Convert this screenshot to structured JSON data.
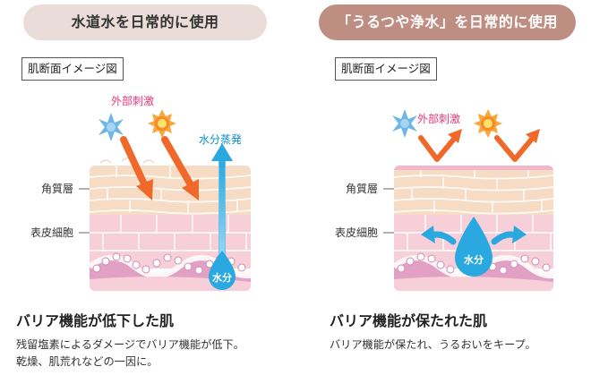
{
  "left": {
    "header": "水道水を日常的に使用",
    "image_label": "肌断面イメージ図",
    "stimulus_label": "外部刺激",
    "evaporation_label": "水分蒸発",
    "stratum_label": "角質層",
    "epidermis_label": "表皮細胞",
    "water_label": "水分",
    "title": "バリア機能が低下した肌",
    "desc_line1": "残留塩素によるダメージでバリア機能が低下。",
    "desc_line2": "乾燥、肌荒れなどの一因に。"
  },
  "right": {
    "header": "「うるつや浄水」を日常的に使用",
    "image_label": "肌断面イメージ図",
    "stimulus_label": "外部刺激",
    "stratum_label": "角質層",
    "epidermis_label": "表皮細胞",
    "water_label": "水分",
    "title": "バリア機能が保たれた肌",
    "desc_line1": "バリア機能が保たれ、うるおいをキープ。"
  },
  "colors": {
    "header_left_bg": "#eaddd9",
    "header_right_bg": "#bf8e83",
    "stimulus_text": "#e8357a",
    "evaporation_text": "#0d8fd1",
    "arrow_orange": "#f0692a",
    "water_blue": "#2aa8e0",
    "stratum_peach": "#f6dcc4",
    "epidermis_pink": "#f7cfd8",
    "basal_magenta": "#e2a0c4"
  },
  "icons": [
    "blue-star-burst-icon",
    "orange-sun-burst-icon",
    "orange-arrow-icon",
    "blue-arrow-icon",
    "water-drop-icon"
  ]
}
